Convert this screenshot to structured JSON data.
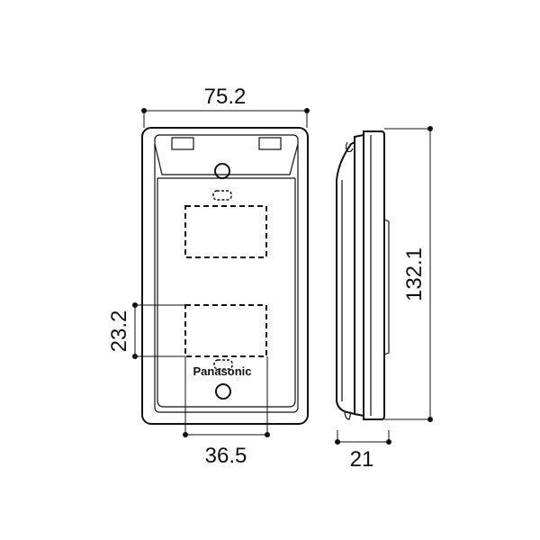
{
  "dimensions": {
    "width": "75.2",
    "height": "132.1",
    "depth": "21",
    "opening_height": "23.2",
    "opening_width": "36.5"
  },
  "logo": {
    "brand": "Panasonic"
  }
}
